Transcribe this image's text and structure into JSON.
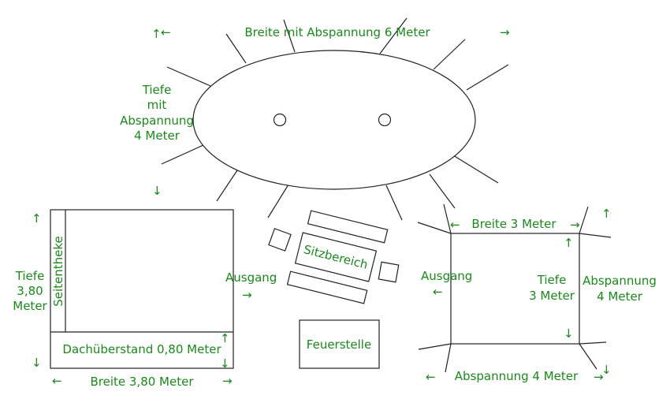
{
  "diagram": {
    "text_color": "#1a8a1a",
    "line_color": "#222222",
    "oval_tent": {
      "width_label": "Breite mit Abspannung 6 Meter",
      "depth_label_lines": [
        "Tiefe",
        "mit",
        "Abspannung",
        "4 Meter"
      ]
    },
    "left_tent": {
      "counter_label": "Seitentheke",
      "roof_label": "Dachüberstand 0,80 Meter",
      "width_label": "Breite 3,80 Meter",
      "depth_label_lines": [
        "Tiefe",
        "3,80",
        "Meter"
      ]
    },
    "middle": {
      "exit_label": "Ausgang",
      "seating_label": "Sitzbereich",
      "fire_label": "Feuerstelle"
    },
    "right_tent": {
      "width_label": "Breite 3 Meter",
      "exit_label": "Ausgang",
      "depth_label_lines": [
        "Tiefe",
        "3 Meter"
      ],
      "guy_side_label_lines": [
        "Abspannung",
        "4 Meter"
      ],
      "guy_bottom_label": "Abspannung 4 Meter"
    },
    "arrows": {
      "up": "↑",
      "down": "↓",
      "left": "←",
      "right": "→"
    }
  }
}
